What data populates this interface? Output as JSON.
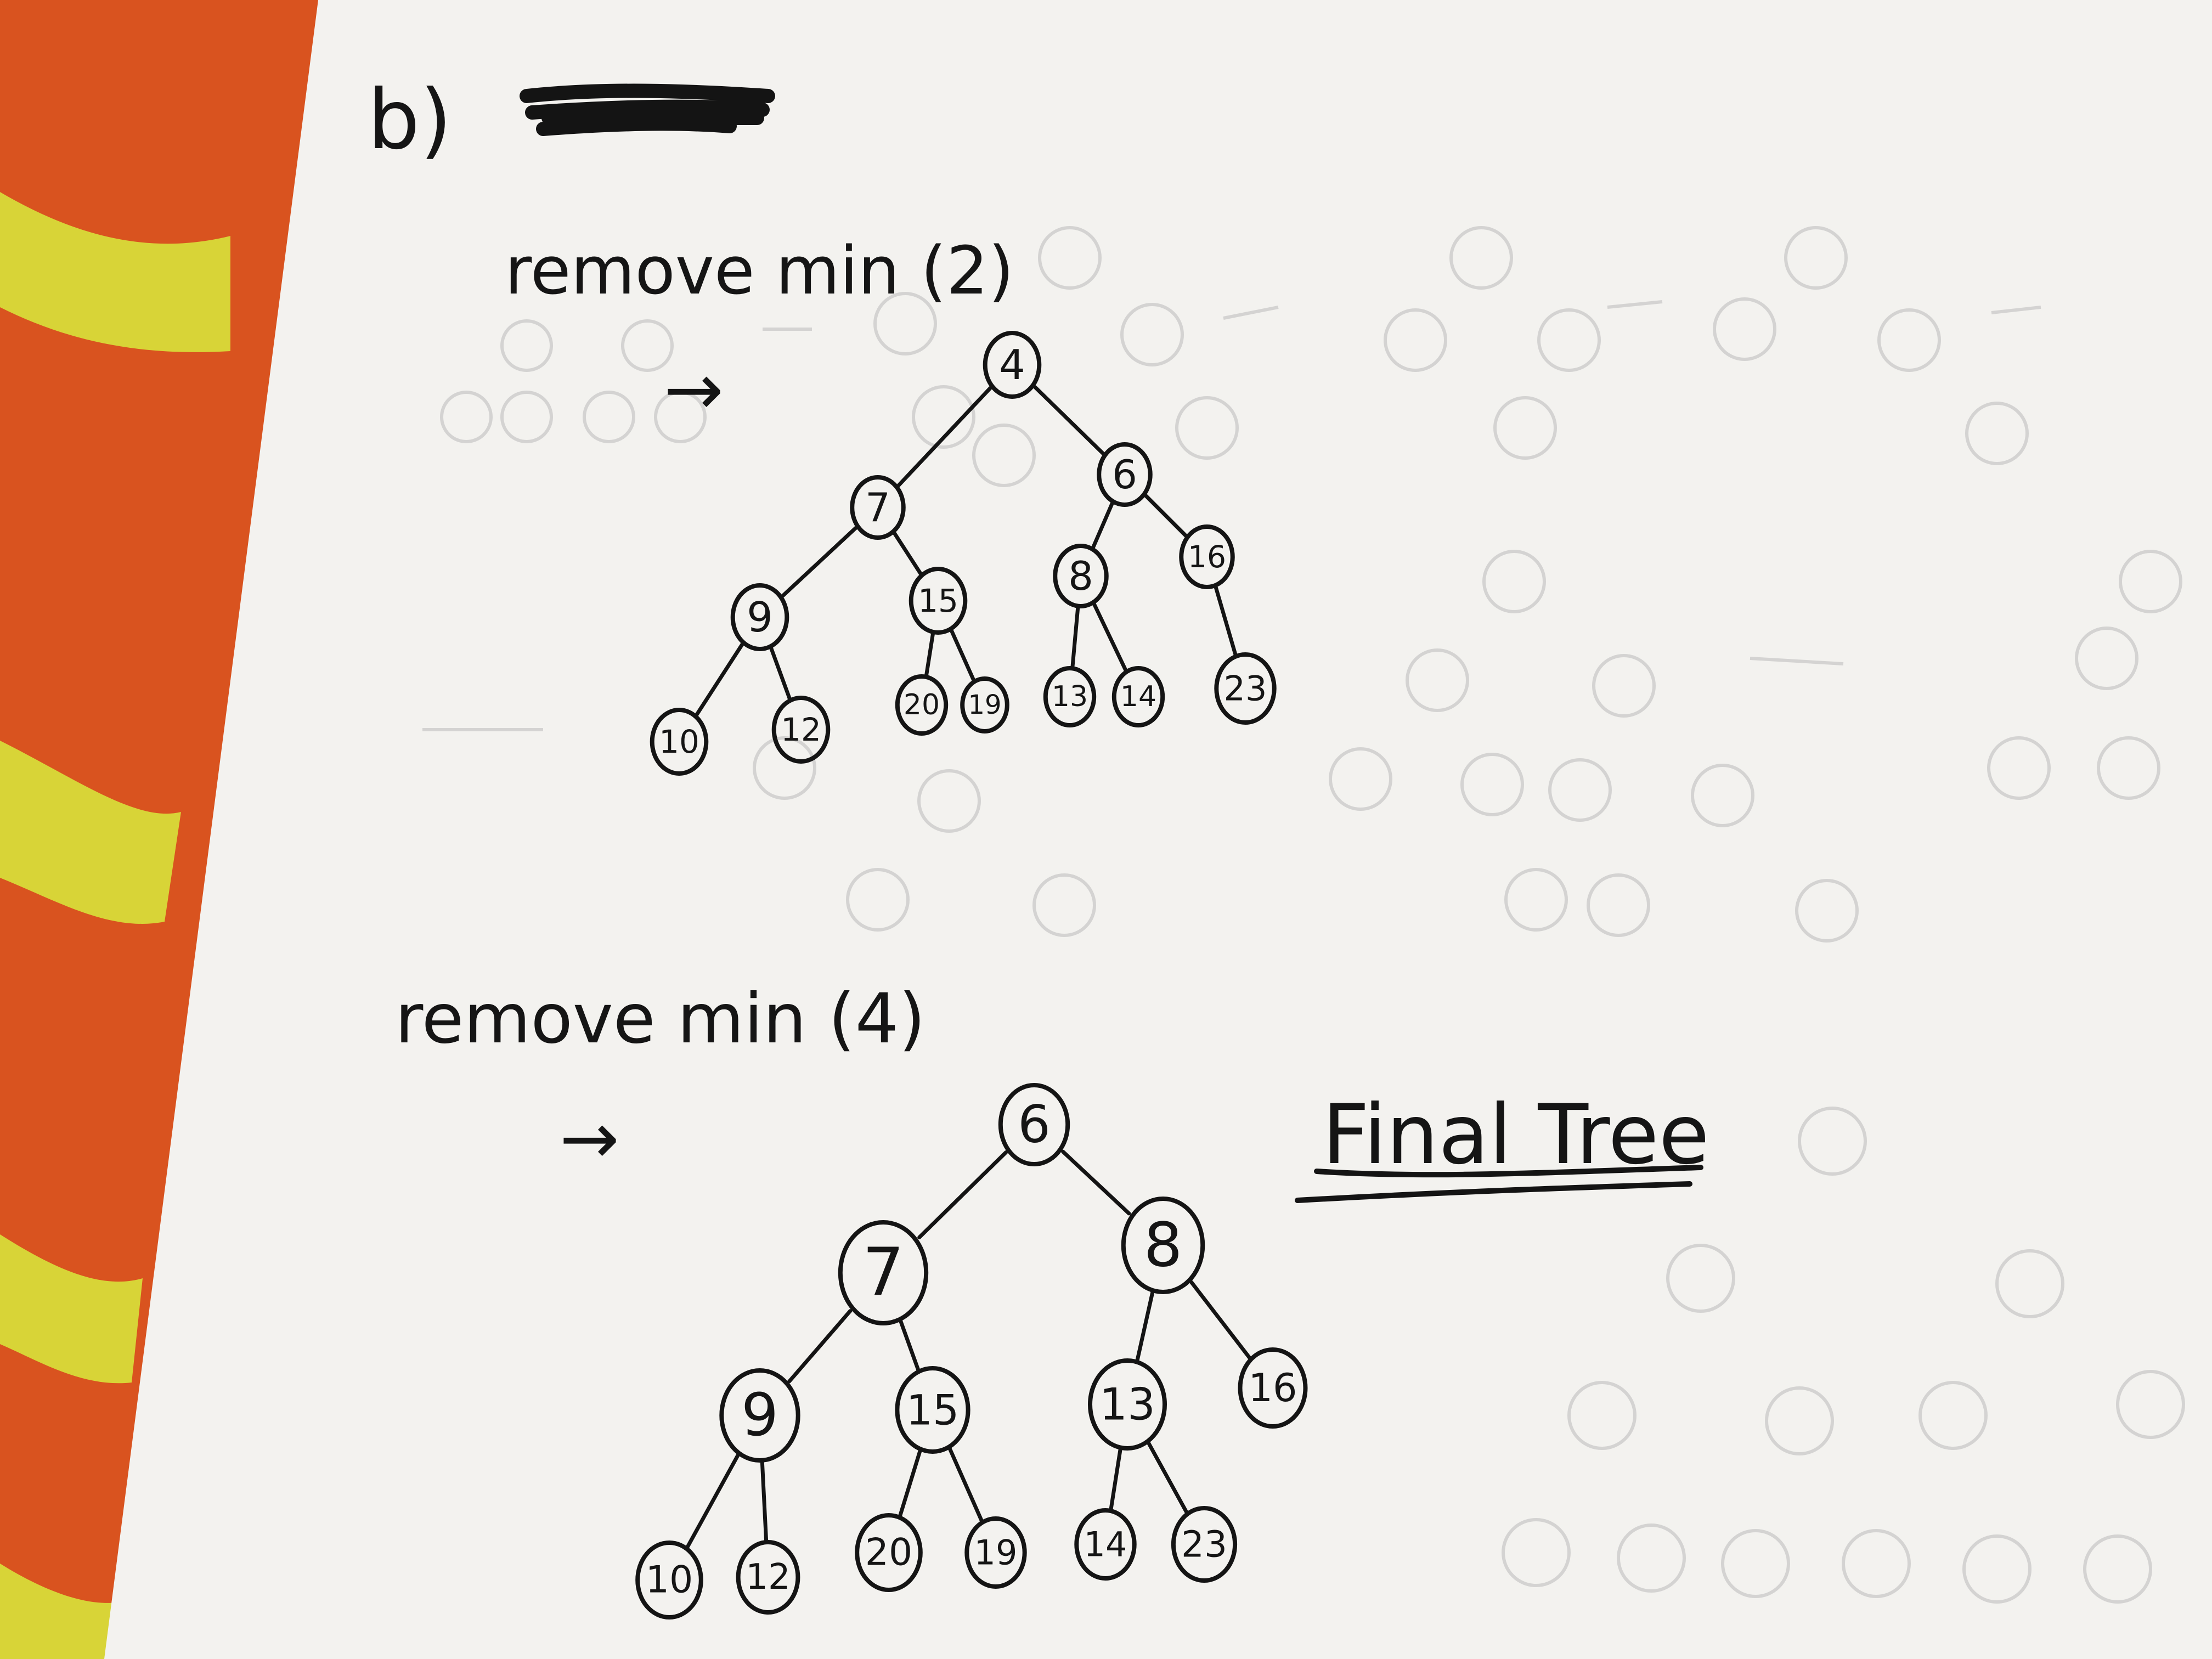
{
  "part_label": "b)",
  "step1": {
    "label": "remove min (2)",
    "arrow": "→"
  },
  "step2": {
    "label": "remove min (4)",
    "arrow": "→"
  },
  "final_label": "Final Tree",
  "tree1": {
    "nodes": [
      {
        "id": "t1-4",
        "value": "4"
      },
      {
        "id": "t1-7",
        "value": "7"
      },
      {
        "id": "t1-6",
        "value": "6"
      },
      {
        "id": "t1-9",
        "value": "9"
      },
      {
        "id": "t1-15",
        "value": "15"
      },
      {
        "id": "t1-8",
        "value": "8"
      },
      {
        "id": "t1-16",
        "value": "16"
      },
      {
        "id": "t1-10",
        "value": "10"
      },
      {
        "id": "t1-12",
        "value": "12"
      },
      {
        "id": "t1-20",
        "value": "20"
      },
      {
        "id": "t1-19",
        "value": "19"
      },
      {
        "id": "t1-13",
        "value": "13"
      },
      {
        "id": "t1-14",
        "value": "14"
      },
      {
        "id": "t1-23",
        "value": "23"
      }
    ],
    "edges": [
      [
        "t1-4",
        "t1-7"
      ],
      [
        "t1-4",
        "t1-6"
      ],
      [
        "t1-7",
        "t1-9"
      ],
      [
        "t1-7",
        "t1-15"
      ],
      [
        "t1-6",
        "t1-8"
      ],
      [
        "t1-6",
        "t1-16"
      ],
      [
        "t1-9",
        "t1-10"
      ],
      [
        "t1-9",
        "t1-12"
      ],
      [
        "t1-15",
        "t1-20"
      ],
      [
        "t1-15",
        "t1-19"
      ],
      [
        "t1-8",
        "t1-13"
      ],
      [
        "t1-8",
        "t1-14"
      ],
      [
        "t1-16",
        "t1-23"
      ]
    ]
  },
  "tree2": {
    "nodes": [
      {
        "id": "t2-6",
        "value": "6"
      },
      {
        "id": "t2-7",
        "value": "7"
      },
      {
        "id": "t2-8",
        "value": "8"
      },
      {
        "id": "t2-9",
        "value": "9"
      },
      {
        "id": "t2-15",
        "value": "15"
      },
      {
        "id": "t2-13",
        "value": "13"
      },
      {
        "id": "t2-16",
        "value": "16"
      },
      {
        "id": "t2-10",
        "value": "10"
      },
      {
        "id": "t2-12",
        "value": "12"
      },
      {
        "id": "t2-20",
        "value": "20"
      },
      {
        "id": "t2-19",
        "value": "19"
      },
      {
        "id": "t2-14",
        "value": "14"
      },
      {
        "id": "t2-23",
        "value": "23"
      }
    ],
    "edges": [
      [
        "t2-6",
        "t2-7"
      ],
      [
        "t2-6",
        "t2-8"
      ],
      [
        "t2-7",
        "t2-9"
      ],
      [
        "t2-7",
        "t2-15"
      ],
      [
        "t2-8",
        "t2-13"
      ],
      [
        "t2-8",
        "t2-16"
      ],
      [
        "t2-9",
        "t2-10"
      ],
      [
        "t2-9",
        "t2-12"
      ],
      [
        "t2-15",
        "t2-20"
      ],
      [
        "t2-15",
        "t2-19"
      ],
      [
        "t2-13",
        "t2-14"
      ],
      [
        "t2-13",
        "t2-23"
      ]
    ]
  },
  "colors": {
    "ink": "#141414",
    "paper": "#f3f2ef",
    "tablecloth_orange": "#d9531f",
    "tablecloth_yellow": "#d8d437"
  }
}
